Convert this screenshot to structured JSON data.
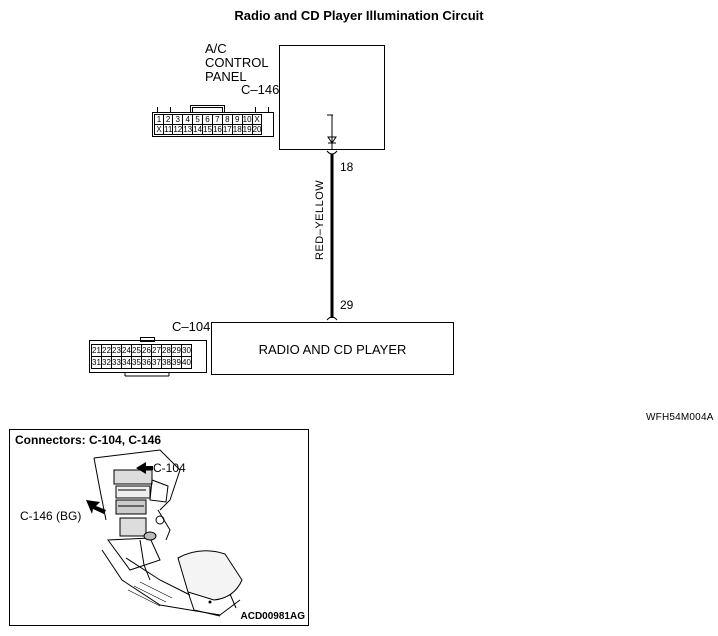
{
  "title": "Radio and CD Player Illumination Circuit",
  "ac_panel": {
    "label_lines": [
      "A/C",
      "CONTROL",
      "PANEL"
    ],
    "connector_id": "C–146",
    "pin_number": "18",
    "connector_rows": [
      [
        "1",
        "2",
        "3",
        "4",
        "5",
        "6",
        "7",
        "8",
        "9",
        "10",
        "X"
      ],
      [
        "X",
        "11",
        "12",
        "13",
        "14",
        "15",
        "16",
        "17",
        "18",
        "19",
        "20"
      ]
    ]
  },
  "wire": {
    "color_label": "RED–YELLOW"
  },
  "radio": {
    "label": "RADIO AND CD PLAYER",
    "connector_id": "C–104",
    "pin_number": "29",
    "connector_rows": [
      [
        "21",
        "22",
        "23",
        "24",
        "25",
        "26",
        "27",
        "28",
        "29",
        "30"
      ],
      [
        "31",
        "32",
        "33",
        "34",
        "35",
        "36",
        "37",
        "38",
        "39",
        "40"
      ]
    ]
  },
  "diagram_code": "WFH54M004A",
  "inset": {
    "title": "Connectors: C-104, C-146",
    "callout_c104": "C-104",
    "callout_c146": "C-146 (BG)",
    "code": "ACD00981AG"
  }
}
